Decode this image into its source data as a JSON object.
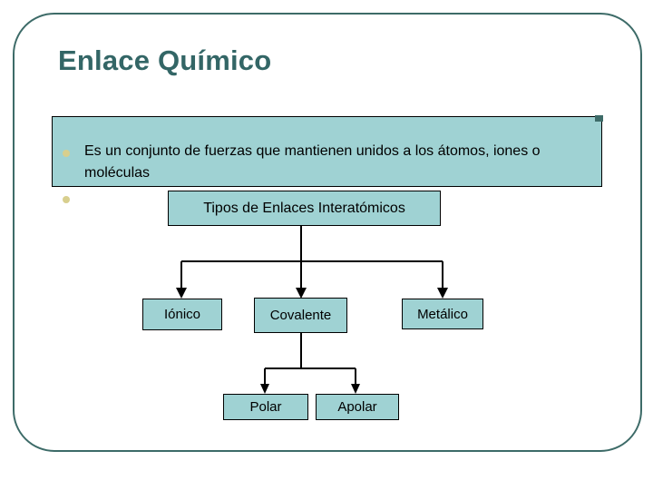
{
  "slide": {
    "title": "Enlace Químico",
    "background_color": "#ffffff",
    "frame_color": "#3d6b68",
    "title_color": "#336666",
    "box_fill_color": "#9fd2d3",
    "box_border_color": "#000000",
    "bullet_color": "#d8cf8e"
  },
  "body": {
    "bullets": [
      "Es un conjunto de fuerzas que mantienen unidos a los átomos, iones o moléculas",
      ""
    ],
    "text": "Es un conjunto de fuerzas que mantienen unidos a los átomos, iones o moléculas"
  },
  "diagram": {
    "root": {
      "label": "Tipos de Enlaces Interatómicos"
    },
    "level1": [
      {
        "label": "Iónico"
      },
      {
        "label": "Covalente"
      },
      {
        "label": "Metálico"
      }
    ],
    "level2": [
      {
        "label": "Polar"
      },
      {
        "label": "Apolar"
      }
    ]
  }
}
